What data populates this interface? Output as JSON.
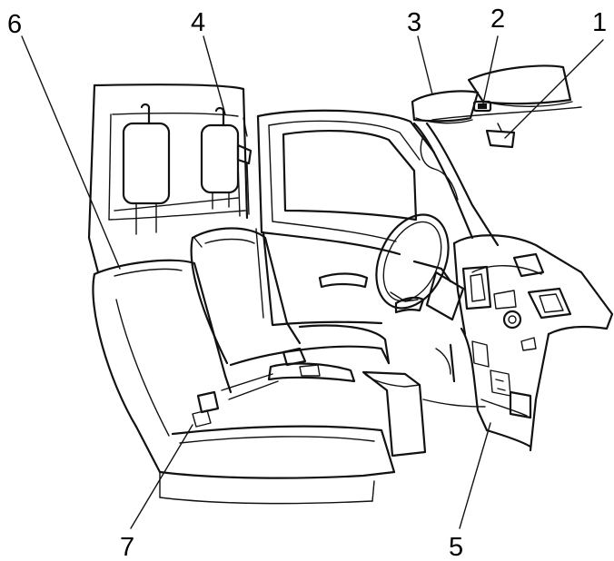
{
  "callouts": [
    {
      "id": "1",
      "label": "1"
    },
    {
      "id": "2",
      "label": "2"
    },
    {
      "id": "3",
      "label": "3"
    },
    {
      "id": "4",
      "label": "4"
    },
    {
      "id": "5",
      "label": "5"
    },
    {
      "id": "6",
      "label": "6"
    },
    {
      "id": "7",
      "label": "7"
    }
  ],
  "colors": {
    "ink": "#111111",
    "background": "#ffffff"
  }
}
